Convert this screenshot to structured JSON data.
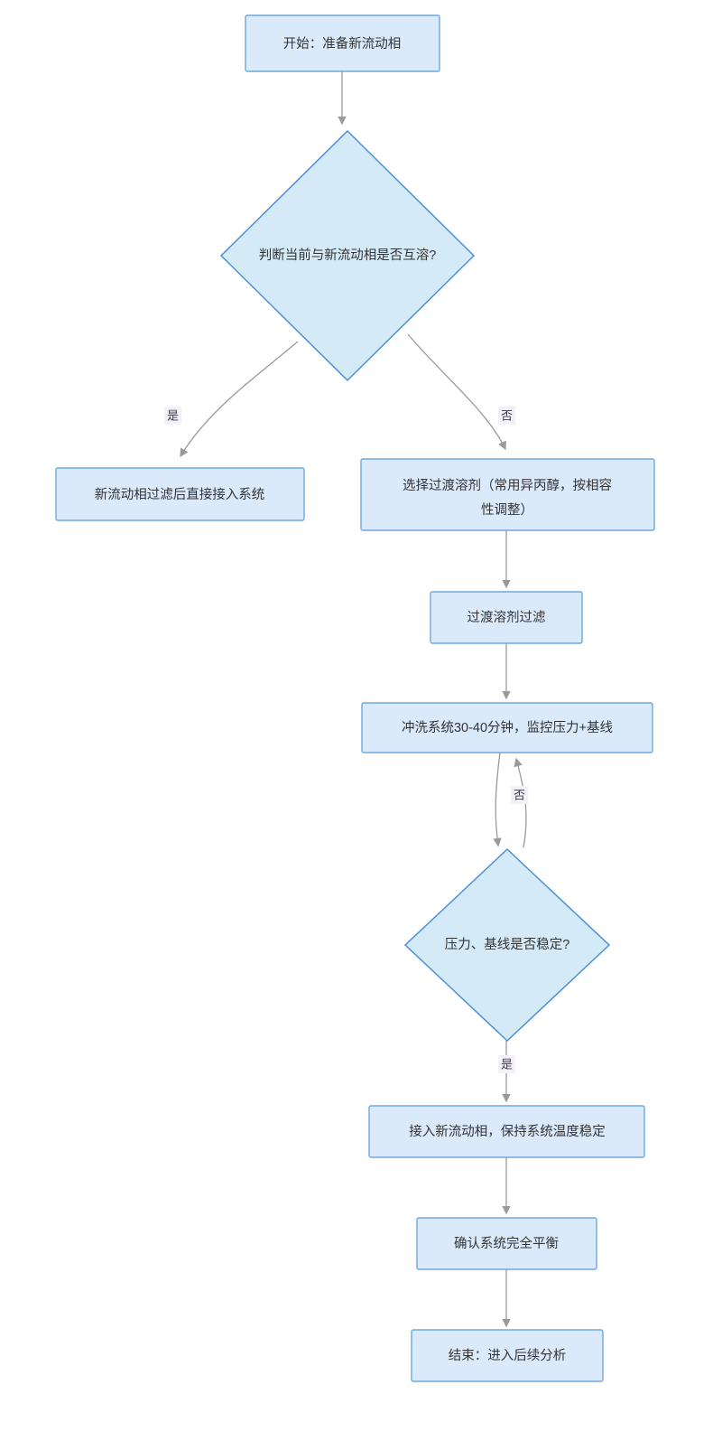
{
  "diagram": {
    "type": "flowchart",
    "orientation": "top-to-bottom",
    "theme": {
      "node_fill": "#dbeafb",
      "node_border": "#6fa8dc",
      "decision_fill": "#d5eaf7",
      "decision_border": "#4a90d9",
      "edge_color": "#9a9a9a",
      "text_color": "#333333",
      "edge_label_bg": "#f4f0f8",
      "background": "#ffffff"
    },
    "nodes": [
      {
        "id": "start",
        "shape": "rect",
        "label": "开始：准备新流动相",
        "lines": [
          "开始：准备新流动相"
        ]
      },
      {
        "id": "miscible",
        "shape": "diamond",
        "label": "判断当前与新流动相是否互溶?",
        "lines": [
          "判断当前与新流动相是否互溶?"
        ]
      },
      {
        "id": "direct",
        "shape": "rect",
        "label": "新流动相过滤后直接接入系统",
        "lines": [
          "新流动相过滤后直接接入系统"
        ]
      },
      {
        "id": "solvent",
        "shape": "rect",
        "label": "选择过渡溶剂（常用异丙醇，按相容性调整）",
        "lines": [
          "选择过渡溶剂（常用异丙醇，按相容",
          "性调整）"
        ]
      },
      {
        "id": "filter",
        "shape": "rect",
        "label": "过渡溶剂过滤",
        "lines": [
          "过渡溶剂过滤"
        ]
      },
      {
        "id": "flush",
        "shape": "rect",
        "label": "冲洗系统30-40分钟，监控压力+基线",
        "lines": [
          "冲洗系统30-40分钟，监控压力+基线"
        ]
      },
      {
        "id": "stable",
        "shape": "diamond",
        "label": "压力、基线是否稳定?",
        "lines": [
          "压力、基线是否稳定?"
        ]
      },
      {
        "id": "connect",
        "shape": "rect",
        "label": "接入新流动相，保持系统温度稳定",
        "lines": [
          "接入新流动相，保持系统温度稳定"
        ]
      },
      {
        "id": "equilibrium",
        "shape": "rect",
        "label": "确认系统完全平衡",
        "lines": [
          "确认系统完全平衡"
        ]
      },
      {
        "id": "end",
        "shape": "rect",
        "label": "结束：进入后续分析",
        "lines": [
          "结束：进入后续分析"
        ]
      }
    ],
    "edges": [
      {
        "from": "start",
        "to": "miscible",
        "label": ""
      },
      {
        "from": "miscible",
        "to": "direct",
        "label": "是"
      },
      {
        "from": "miscible",
        "to": "solvent",
        "label": "否"
      },
      {
        "from": "solvent",
        "to": "filter",
        "label": ""
      },
      {
        "from": "filter",
        "to": "flush",
        "label": ""
      },
      {
        "from": "flush",
        "to": "stable",
        "label": ""
      },
      {
        "from": "stable",
        "to": "flush",
        "label": "否"
      },
      {
        "from": "stable",
        "to": "connect",
        "label": "是"
      },
      {
        "from": "connect",
        "to": "equilibrium",
        "label": ""
      },
      {
        "from": "equilibrium",
        "to": "end",
        "label": ""
      }
    ]
  }
}
